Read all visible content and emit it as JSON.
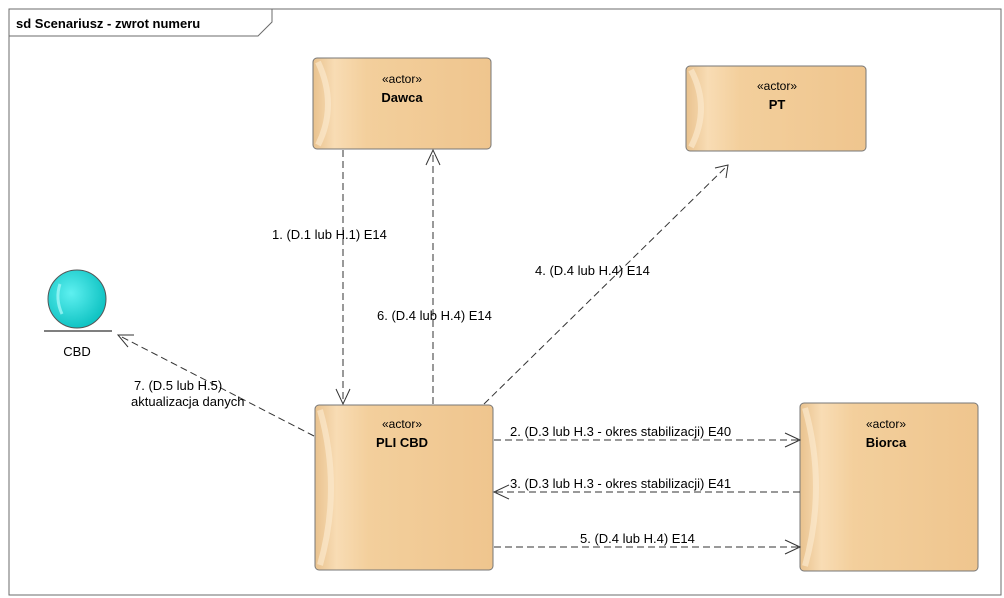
{
  "frame": {
    "title": "sd Scenariusz - zwrot numeru"
  },
  "actors": {
    "dawca": {
      "stereotype": "«actor»",
      "name": "Dawca"
    },
    "pt": {
      "stereotype": "«actor»",
      "name": "PT"
    },
    "pli": {
      "stereotype": "«actor»",
      "name": "PLI CBD"
    },
    "biorca": {
      "stereotype": "«actor»",
      "name": "Biorca"
    }
  },
  "entity": {
    "name": "CBD",
    "color": "#19d3d3"
  },
  "messages": {
    "m1": "1. (D.1 lub H.1) E14",
    "m2": "2. (D.3 lub H.3 - okres stabilizacji) E40",
    "m3": "3. (D.3 lub H.3 - okres stabilizacji) E41",
    "m4": "4. (D.4 lub H.4) E14",
    "m5": "5. (D.4 lub H.4) E14",
    "m6": "6. (D.4 lub H.4) E14",
    "m7_line1": "7. (D.5 lub H.5)",
    "m7_line2": "aktualizacja danych"
  },
  "colors": {
    "actor_fill": "#f3cf9c",
    "actor_highlight": "#fbe8cc",
    "actor_border": "#6e6e6e"
  }
}
